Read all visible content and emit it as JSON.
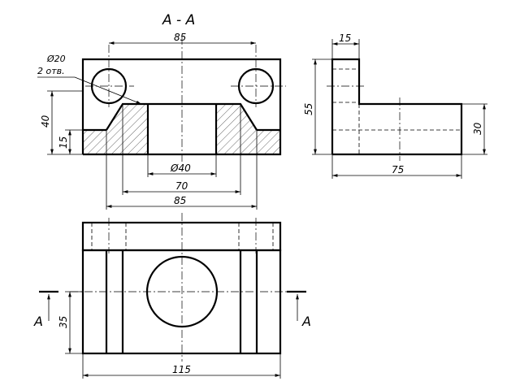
{
  "section_title": "A - A",
  "section_label": "A",
  "dimensions": {
    "front_top_width": "85",
    "hole_dia": "Ø20",
    "hole_count": "2 отв.",
    "front_height": "40",
    "step_height": "15",
    "bore_dia": "Ø40",
    "recess_width": "70",
    "base_span": "85",
    "side_top_width": "15",
    "side_height": "55",
    "side_base_height": "30",
    "side_length": "75",
    "plan_offset": "35",
    "overall_length": "115"
  }
}
